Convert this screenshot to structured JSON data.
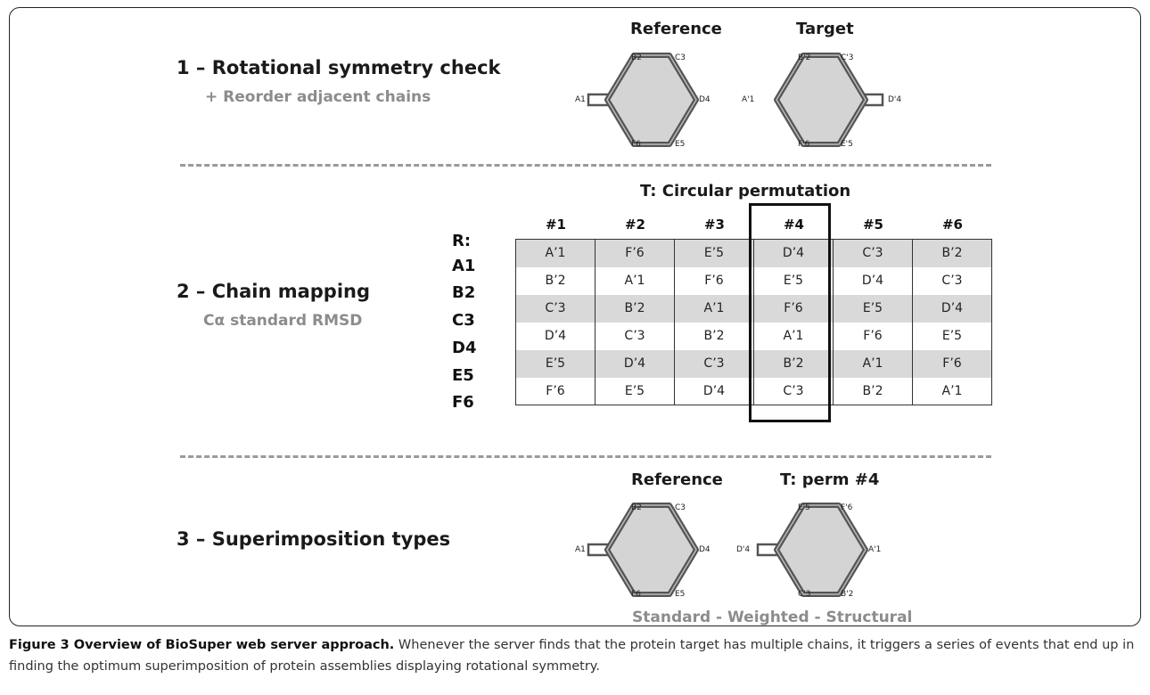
{
  "step1": {
    "title": "1 – Rotational symmetry check",
    "subtitle": "+ Reorder adjacent chains",
    "reference_title": "Reference",
    "target_title": "Target",
    "reference_labels": {
      "top_left": "B2",
      "top_right": "C3",
      "right": "D4",
      "bottom_right": "E5",
      "bottom_left": "F6",
      "left": "A1"
    },
    "target_labels": {
      "top_left": "B'2",
      "top_right": "C'3",
      "right": "D'4",
      "bottom_right": "E'5",
      "bottom_left": "F'6",
      "left": "A'1"
    }
  },
  "step2": {
    "title": "2 – Chain mapping",
    "subtitle": "Cα standard RMSD",
    "table_title": "T: Circular permutation",
    "row_header": "R:",
    "row_labels": [
      "A1",
      "B2",
      "C3",
      "D4",
      "E5",
      "F6"
    ],
    "columns": [
      "#1",
      "#2",
      "#3",
      "#4",
      "#5",
      "#6"
    ],
    "rows": [
      [
        "A’1",
        "F’6",
        "E’5",
        "D’4",
        "C’3",
        "B’2"
      ],
      [
        "B’2",
        "A’1",
        "F’6",
        "E’5",
        "D’4",
        "C’3"
      ],
      [
        "C’3",
        "B’2",
        "A’1",
        "F’6",
        "E’5",
        "D’4"
      ],
      [
        "D’4",
        "C’3",
        "B’2",
        "A’1",
        "F’6",
        "E’5"
      ],
      [
        "E’5",
        "D’4",
        "C’3",
        "B’2",
        "A’1",
        "F’6"
      ],
      [
        "F’6",
        "E’5",
        "D’4",
        "C’3",
        "B’2",
        "A’1"
      ]
    ],
    "highlighted_column": "#4"
  },
  "step3": {
    "title": "3 – Superimposition types",
    "reference_title": "Reference",
    "target_title": "T: perm #4",
    "reference_labels": {
      "top_left": "B2",
      "top_right": "C3",
      "right": "D4",
      "bottom_right": "E5",
      "bottom_left": "F6",
      "left": "A1"
    },
    "target_labels": {
      "top_left": "E'5",
      "top_right": "F'6",
      "right": "A'1",
      "bottom_right": "B'2",
      "bottom_left": "C'3",
      "left": "D'4"
    },
    "types": "Standard - Weighted - Structural"
  },
  "caption": {
    "bold": "Figure 3 Overview of BioSuper web server approach.",
    "text": " Whenever the server finds that the protein target has multiple chains, it triggers a series of events that end up in finding the optimum superimposition of protein assemblies displaying rotational symmetry."
  },
  "colors": {
    "hexagon_fill": "#d4d4d4",
    "hexagon_stroke": "#555555",
    "row_shade": "#d9d9d9",
    "divider": "#9a9a9a",
    "subtitle": "#8c8c8c"
  }
}
